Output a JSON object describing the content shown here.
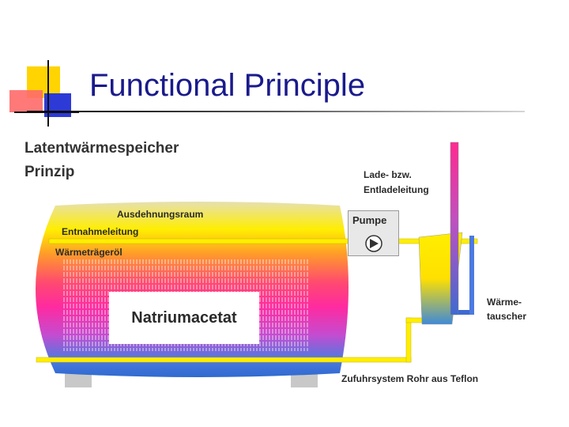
{
  "slide": {
    "title": "Functional Principle"
  },
  "diagram": {
    "heading_line1": "Latentwärmespeicher",
    "heading_line2": "Prinzip",
    "labels": {
      "expansion_space": "Ausdehnungsraum",
      "extraction_line": "Entnahmeleitung",
      "heat_transfer_oil": "Wärmeträgeröl",
      "material": "Natriumacetat",
      "pump": "Pumpe",
      "charge_line_1": "Lade- bzw.",
      "charge_line_2": "Entladeleitung",
      "exchanger_1": "Wärme-",
      "exchanger_2": "tauscher",
      "supply": "Zufuhrsystem Rohr aus Teflon"
    },
    "colors": {
      "title": "#1a1a8c",
      "pipe_yellow": "#ffee00",
      "tank_top": "#e0d9a0",
      "tank_blue": "#3f6ad0",
      "logo_yellow": "#ffd400",
      "logo_red": "#ff5050",
      "logo_blue": "#2d3ad6"
    }
  }
}
